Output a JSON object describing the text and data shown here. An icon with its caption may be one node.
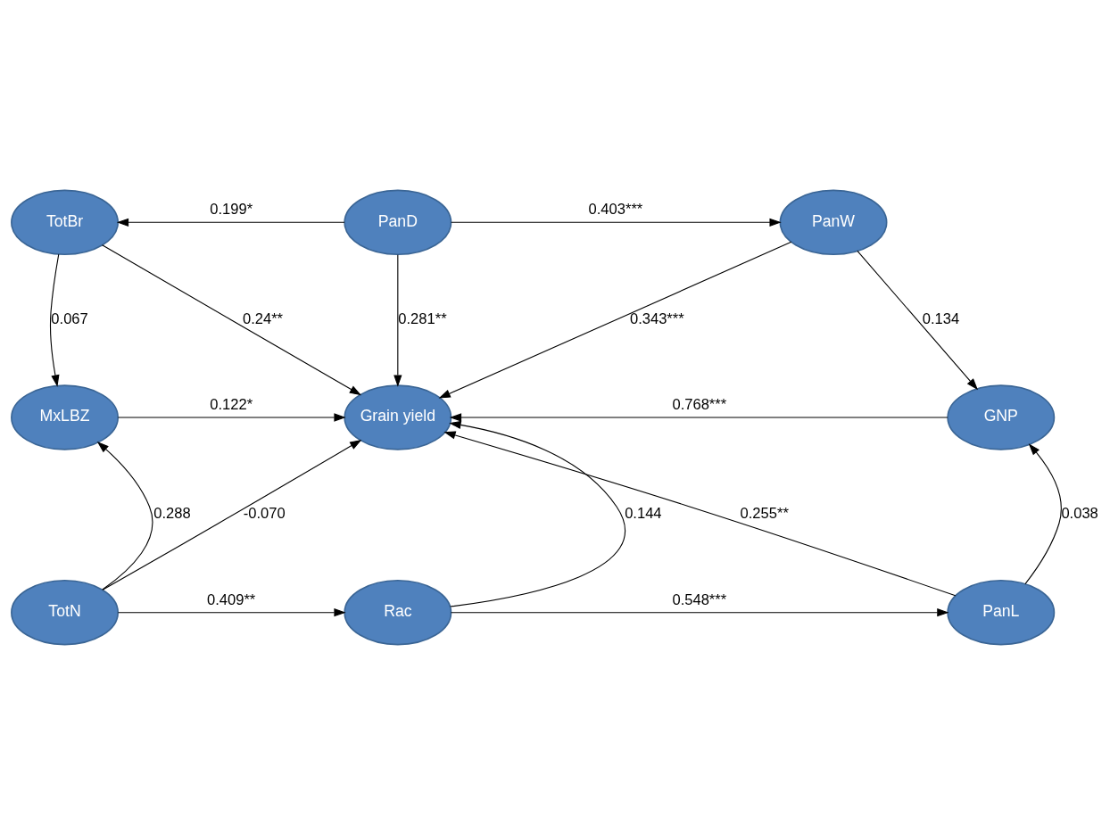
{
  "diagram": {
    "nodes": [
      {
        "text": [
          "TotBr"
        ]
      },
      {
        "text": [
          "PanD"
        ]
      },
      {
        "text": [
          "PanW"
        ]
      },
      {
        "text": [
          "MxLBZ"
        ]
      },
      {
        "text": [
          "Grain yield"
        ]
      },
      {
        "text": [
          "GNP"
        ]
      },
      {
        "text": [
          "TotN"
        ]
      },
      {
        "text": [
          "Rac"
        ]
      },
      {
        "text": [
          "PanL"
        ]
      }
    ],
    "edges": [
      {
        "from": 1,
        "to": 0,
        "arrow": "to",
        "label": "0.199*"
      },
      {
        "from": 1,
        "to": 2,
        "arrow": "to",
        "label": "0.403***"
      },
      {
        "from": 0,
        "to": 3,
        "arrow": "to",
        "label": "0.067"
      },
      {
        "from": 0,
        "to": 4,
        "arrow": "to",
        "label": "0.24**"
      },
      {
        "from": 1,
        "to": 4,
        "arrow": "to",
        "label": "0.281**"
      },
      {
        "from": 2,
        "to": 4,
        "arrow": "to",
        "label": "0.343***"
      },
      {
        "from": 2,
        "to": 5,
        "arrow": "to",
        "label": "0.134"
      },
      {
        "from": 3,
        "to": 4,
        "arrow": "to",
        "label": "0.122*"
      },
      {
        "from": 5,
        "to": 4,
        "arrow": "to",
        "label": "0.768***"
      },
      {
        "from": 6,
        "to": 3,
        "arrow": "to",
        "label": "0.288"
      },
      {
        "from": 6,
        "to": 4,
        "arrow": "to",
        "label": "-0.070"
      },
      {
        "from": 7,
        "to": 4,
        "arrow": "to",
        "label": "0.144"
      },
      {
        "from": 8,
        "to": 4,
        "arrow": "to",
        "label": "0.255**"
      },
      {
        "from": 8,
        "to": 5,
        "arrow": "to",
        "label": "0.038"
      },
      {
        "from": 6,
        "to": 7,
        "arrow": "to",
        "label": "0.409**"
      },
      {
        "from": 7,
        "to": 8,
        "arrow": "to",
        "label": "0.548***"
      }
    ]
  }
}
